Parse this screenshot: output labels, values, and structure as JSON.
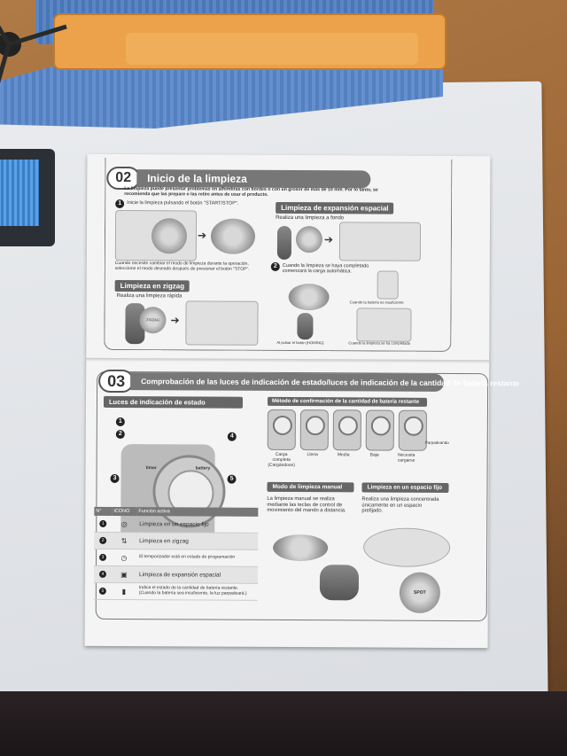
{
  "section02": {
    "num": "02",
    "title": "Inicio de la limpieza",
    "intro": "La limpieza puede presentar problemas en alfombras con bordes o con un grosor de más de 10 mm. Por lo tanto, se recomienda que las prepare o las retire antes de usar el producto.",
    "step1": "Inicie la limpieza pulsando el botón \"START/STOP\".",
    "note_mode": "Cuando necesite cambiar el modo de limpieza durante la operación, seleccione el modo deseado después de presionar el botón \"STOP\".",
    "zigzag": {
      "title": "Limpieza en zigzag",
      "desc": "Realiza una limpieza rápida",
      "btn": "ZIGZAG"
    },
    "expansion": {
      "title": "Limpieza de expansión espacial",
      "desc": "Realiza una limpieza a fondo"
    },
    "step2": "Cuando la limpieza se haya completado comenzará la carga automática.",
    "low_batt": "Cuando la batería es insuficiente",
    "homing": "Al pulsar el botón [HOMING]",
    "done": "Cuando la limpieza se ha completado",
    "marker1": "1",
    "marker2": "2"
  },
  "section03": {
    "num": "03",
    "title": "Comprobación de las luces de indicación de estado/luces de indicación de la cantidad de batería restante",
    "status_lights": "Luces de indicación de estado",
    "timer": "timer",
    "battery": "battery",
    "markers": [
      "1",
      "2",
      "3",
      "4",
      "5"
    ],
    "battery_method": "Método de confirmación de la cantidad de batería restante",
    "battery_levels": [
      "Carga completa (Cargándose)",
      "Llena",
      "Media",
      "Baja",
      "Necesita cargarse"
    ],
    "blinking": "Parpadeando",
    "table": {
      "headers": [
        "N°",
        "ICONO",
        "Función activa"
      ],
      "rows": [
        {
          "num": "1",
          "icon": "spiral-icon",
          "glyph": "◎",
          "text": "Limpieza en un espacio fijo"
        },
        {
          "num": "2",
          "icon": "zigzag-icon",
          "glyph": "⇅",
          "text": "Limpieza en zigzag"
        },
        {
          "num": "3",
          "icon": "clock-icon",
          "glyph": "◷",
          "text": "El temporizador está en estado de programación"
        },
        {
          "num": "4",
          "icon": "expand-icon",
          "glyph": "▣",
          "text": "Limpieza de expansión espacial"
        },
        {
          "num": "5",
          "icon": "battery-icon",
          "glyph": "▮",
          "text": "Indica el estado de la cantidad de batería restante. (Cuando la batería sea insuficiente, la luz parpadeará.)"
        }
      ]
    },
    "manual_mode": {
      "title": "Modo de limpieza manual",
      "desc": "La limpieza manual se realiza mediante las teclas de control de movimiento del mando a distancia."
    },
    "spot_mode": {
      "title": "Limpieza en un espacio fijo",
      "desc": "Realiza una limpieza concentrada únicamente en un espacio prefijado.",
      "btn": "SPOT"
    }
  }
}
